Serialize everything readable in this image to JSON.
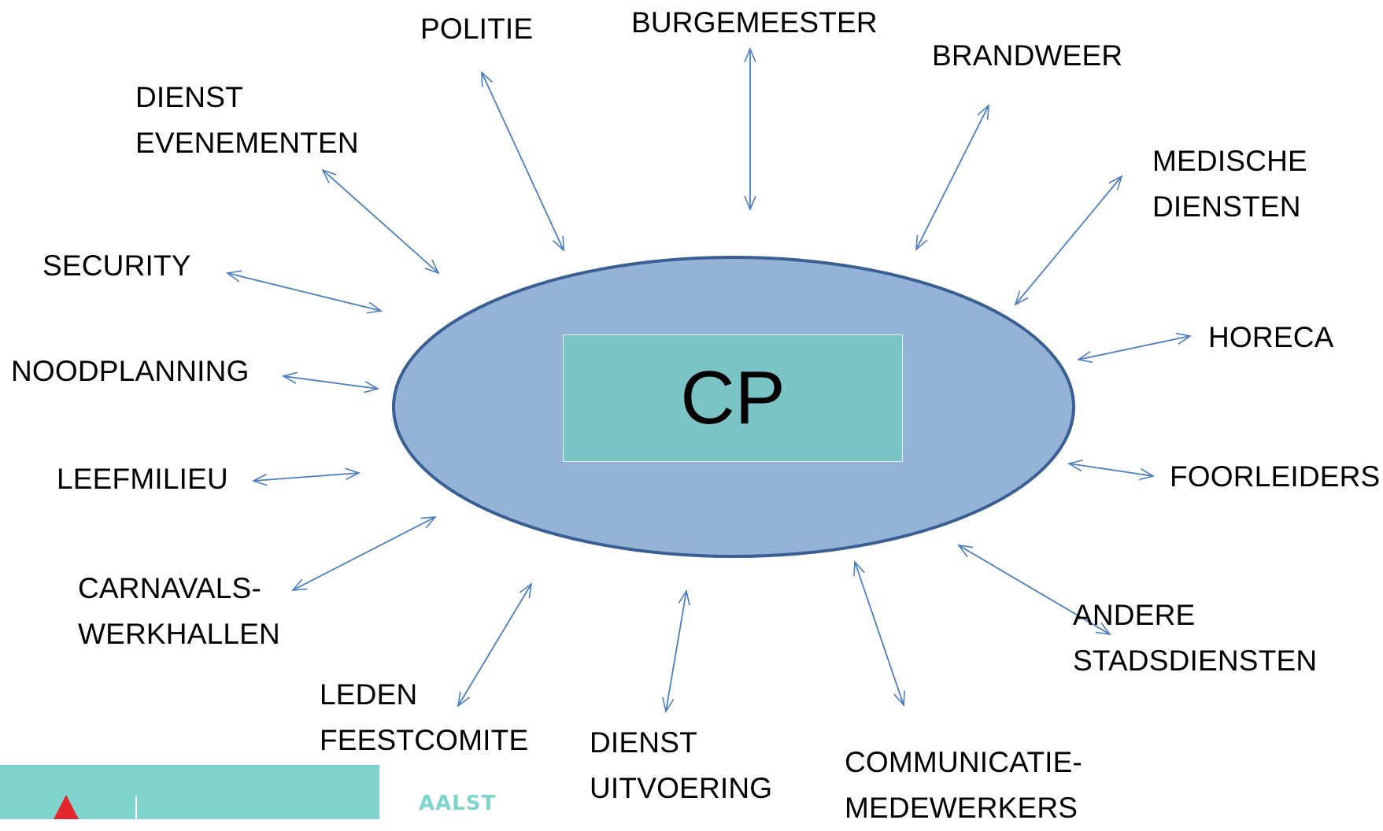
{
  "center": {
    "label": "CP"
  },
  "nodes": [
    {
      "id": "politie",
      "label": "POLITIE"
    },
    {
      "id": "burgemeester",
      "label": "BURGEMEESTER"
    },
    {
      "id": "brandweer",
      "label": "BRANDWEER"
    },
    {
      "id": "dienst-evenementen",
      "label": "DIENST\nEVENEMENTEN"
    },
    {
      "id": "medische-diensten",
      "label": "MEDISCHE\nDIENSTEN"
    },
    {
      "id": "security",
      "label": "SECURITY"
    },
    {
      "id": "horeca",
      "label": "HORECA"
    },
    {
      "id": "noodplanning",
      "label": "NOODPLANNING"
    },
    {
      "id": "leefmilieu",
      "label": "LEEFMILIEU"
    },
    {
      "id": "foorleiders",
      "label": "FOORLEIDERS"
    },
    {
      "id": "carnavalswerkhallen",
      "label": "CARNAVALS-\nWERKHALLEN"
    },
    {
      "id": "andere-stadsdiensten",
      "label": "ANDERE\nSTADSDIENSTEN"
    },
    {
      "id": "leden-feestcomite",
      "label": "LEDEN\nFEESTCOMITE"
    },
    {
      "id": "dienst-uitvoering",
      "label": "DIENST\nUITVOERING"
    },
    {
      "id": "communicatie-medewerkers",
      "label": "COMMUNICATIE-\nMEDEWERKERS"
    }
  ],
  "edges": [
    {
      "from": "center",
      "to": "politie",
      "bidirectional": true
    },
    {
      "from": "center",
      "to": "burgemeester",
      "bidirectional": true
    },
    {
      "from": "center",
      "to": "brandweer",
      "bidirectional": true
    },
    {
      "from": "center",
      "to": "dienst-evenementen",
      "bidirectional": true
    },
    {
      "from": "center",
      "to": "medische-diensten",
      "bidirectional": true
    },
    {
      "from": "center",
      "to": "security",
      "bidirectional": true
    },
    {
      "from": "center",
      "to": "horeca",
      "bidirectional": true
    },
    {
      "from": "center",
      "to": "noodplanning",
      "bidirectional": true
    },
    {
      "from": "center",
      "to": "leefmilieu",
      "bidirectional": true
    },
    {
      "from": "center",
      "to": "foorleiders",
      "bidirectional": true
    },
    {
      "from": "center",
      "to": "carnavalswerkhallen",
      "bidirectional": true
    },
    {
      "from": "center",
      "to": "andere-stadsdiensten",
      "bidirectional": true
    },
    {
      "from": "center",
      "to": "leden-feestcomite",
      "bidirectional": true
    },
    {
      "from": "center",
      "to": "dienst-uitvoering",
      "bidirectional": true
    },
    {
      "from": "center",
      "to": "communicatie-medewerkers",
      "bidirectional": true
    }
  ],
  "footer": {
    "brand": "AALST"
  },
  "colors": {
    "ellipse_fill": "#95b3d7",
    "ellipse_stroke": "#3a5f94",
    "center_box_fill": "#7ac4c5",
    "arrow": "#4a7ec0",
    "footer_band": "#7fd5cd",
    "footer_mark": "#e3262b"
  }
}
